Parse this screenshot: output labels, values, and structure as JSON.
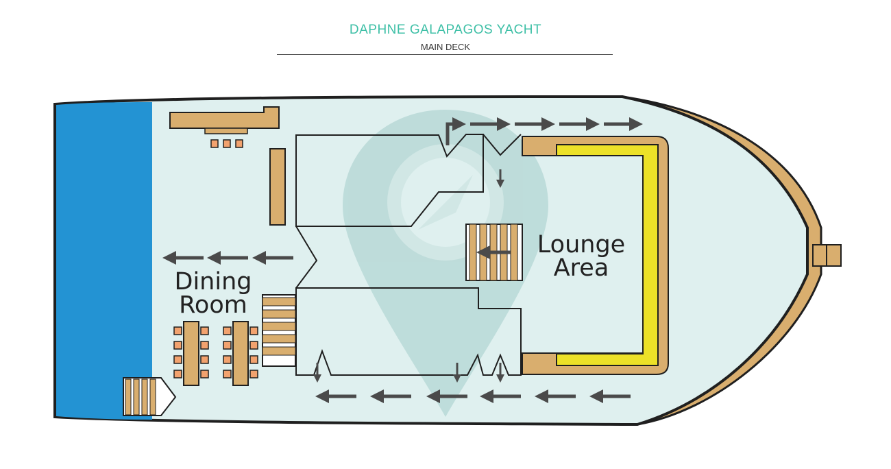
{
  "header": {
    "title": "DAPHNE GALAPAGOS YACHT",
    "subtitle": "MAIN DECK"
  },
  "rooms": {
    "lounge": [
      "Lounge",
      "Area"
    ],
    "dining": [
      "Dining",
      "Room"
    ]
  },
  "colors": {
    "title": "#3dbfa6",
    "deck": "#dff0ef",
    "water": "#2393d3",
    "wood": "#d9ae6e",
    "sofa": "#ece128",
    "chair": "#f2a26e",
    "arrow": "#4a4a4a",
    "outline": "#1f1f1f",
    "watermark": "#b9d9d7"
  },
  "icons": {
    "watermark": "location-pin-watermark-icon",
    "arrows": "direction-arrow-icon"
  }
}
